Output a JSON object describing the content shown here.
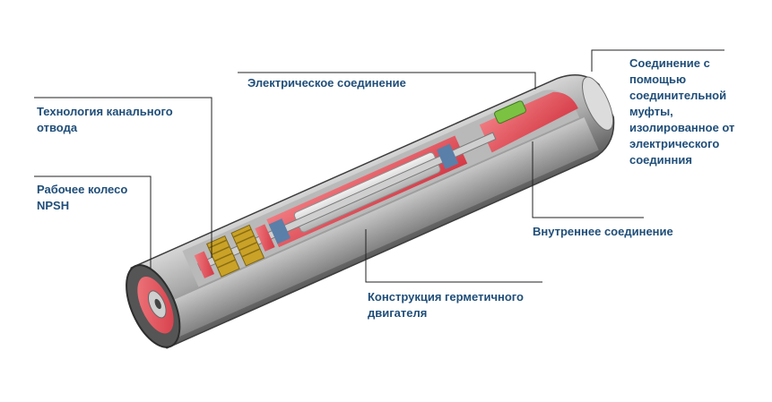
{
  "labels": {
    "electrical": "Электрическое соединение",
    "channel_line1": "Технология канального",
    "channel_line2": "отвода",
    "impeller_line1": "Рабочее колесо",
    "impeller_line2": "NPSH",
    "coupling_lines": [
      "Соединение с",
      "помощью",
      "соединительной",
      "муфты,",
      "изолированное от",
      "электрического",
      "соединния"
    ],
    "internal": "Внутреннее соединение",
    "motor_line1": "Конструкция герметичного",
    "motor_line2": "двигателя"
  },
  "colors": {
    "label_text": "#1f4e79",
    "leader_line": "#222222",
    "casing_gray": "#8a8a8a",
    "cutaway_red": "#e0454f",
    "impeller_gold": "#c9a227",
    "connector_green": "#7cc242",
    "insulation_blue": "#5a7fa8"
  }
}
